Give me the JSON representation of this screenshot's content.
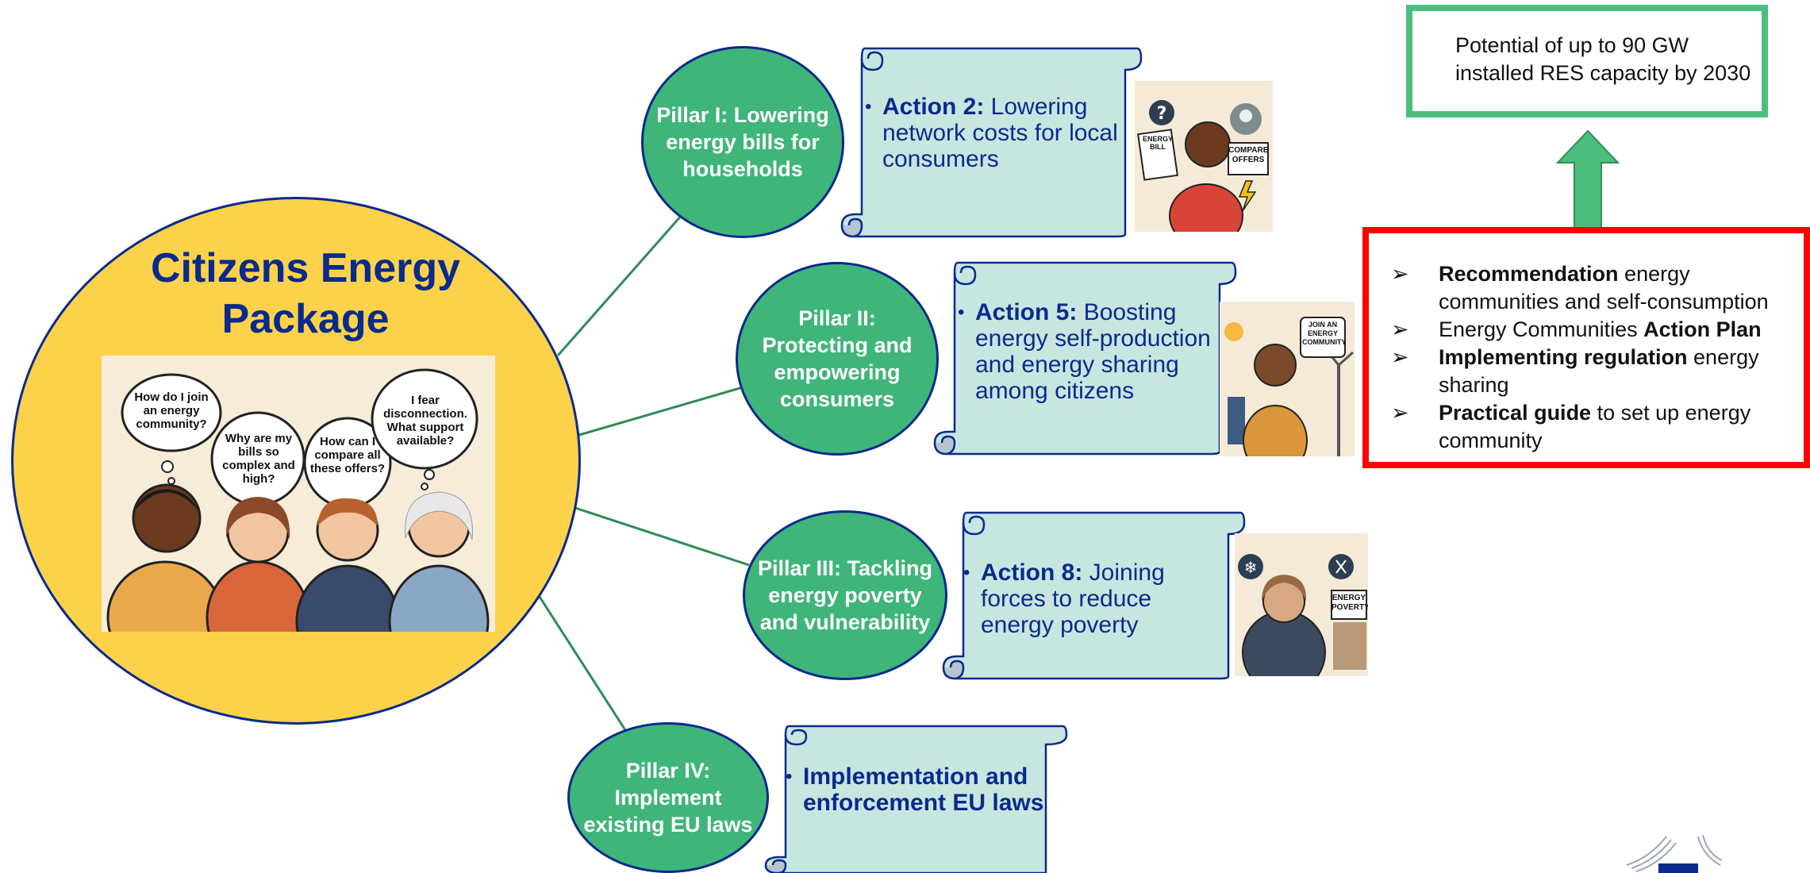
{
  "main": {
    "title": "Citizens Energy Package",
    "thoughts": [
      "How do I join an energy community?",
      "Why are my bills so complex and high?",
      "How can I compare all these offers?",
      "I fear disconnection. What support available?"
    ]
  },
  "pillars": [
    {
      "label": "Pillar I: Lowering energy bills for households",
      "action_bold": "Action 2:",
      "action_text": " Lowering network costs for local consumers",
      "illus_texts": [
        "ENERGY BILL",
        "COMPARE OFFERS"
      ]
    },
    {
      "label": "Pillar II: Protecting and empowering consumers",
      "action_bold": "Action 5:",
      "action_text": " Boosting energy self-production and energy sharing among citizens",
      "illus_texts": [
        "JOIN AN ENERGY COMMUNITY"
      ]
    },
    {
      "label": "Pillar III: Tackling energy poverty and vulnerability",
      "action_bold": "Action 8:",
      "action_text": " Joining forces to reduce energy poverty",
      "illus_texts": [
        "ENERGY POVERTY"
      ]
    },
    {
      "label": "Pillar IV: Implement existing EU laws",
      "action_bold": "Implementation and enforcement EU laws",
      "action_text": ""
    }
  ],
  "potential_box": {
    "text": "Potential of up to 90 GW installed RES capacity by 2030"
  },
  "recommendations": [
    {
      "bold": "Recommendation",
      "text": " energy communities and self-consumption"
    },
    {
      "pre": "Energy Communities ",
      "bold": "Action Plan"
    },
    {
      "bold": "Implementing regulation",
      "text": " energy sharing"
    },
    {
      "bold": "Practical guide",
      "text": " to set up energy community"
    }
  ],
  "bullet_symbol": "➢",
  "scroll_bullet": "•",
  "colors": {
    "pillar_green": "#3fb57a",
    "navy": "#0a2a8c",
    "main_yellow": "#fdd24b",
    "scroll_fill": "#c8e6e0",
    "box_green": "#4cbf7f",
    "box_red": "#ff0000"
  }
}
